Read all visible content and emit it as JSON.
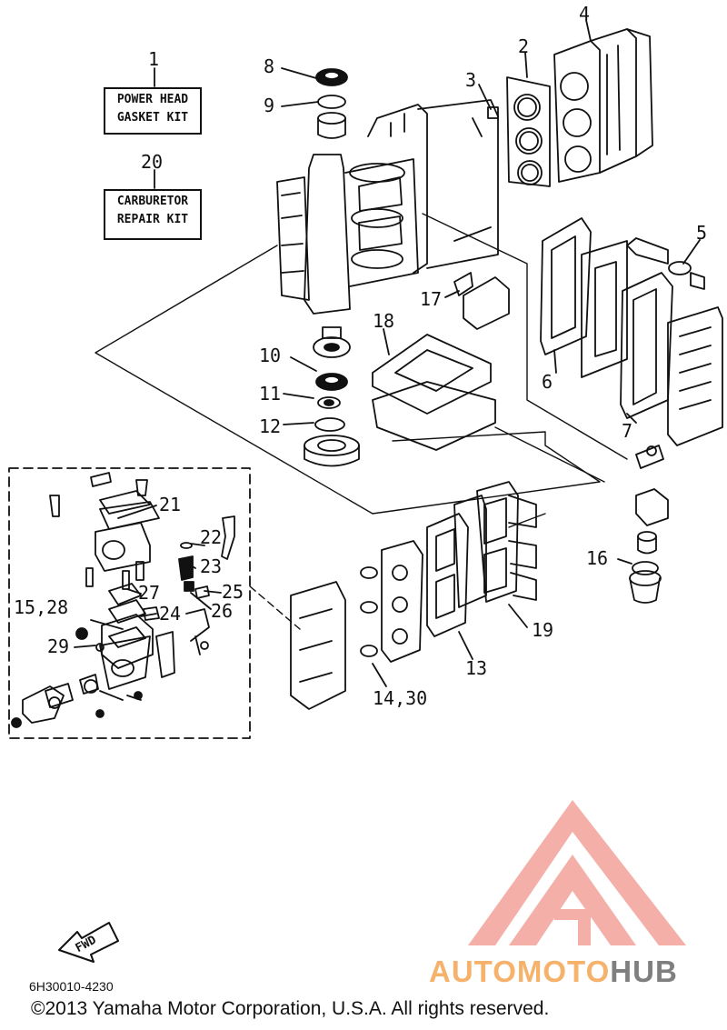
{
  "kits": [
    {
      "ref": "1",
      "line1": "POWER HEAD",
      "line2": "GASKET KIT"
    },
    {
      "ref": "20",
      "line1": "CARBURETOR",
      "line2": "REPAIR KIT"
    }
  ],
  "callouts": {
    "c2": "2",
    "c3": "3",
    "c4": "4",
    "c5": "5",
    "c6": "6",
    "c7": "7",
    "c8": "8",
    "c9": "9",
    "c10": "10",
    "c11": "11",
    "c12": "12",
    "c13": "13",
    "c14_30": "14,30",
    "c15_28": "15,28",
    "c16": "16",
    "c17": "17",
    "c18": "18",
    "c19": "19",
    "c21": "21",
    "c22": "22",
    "c23": "23",
    "c24": "24",
    "c25": "25",
    "c26": "26",
    "c27": "27",
    "c29": "29"
  },
  "fwd_label": "FWD",
  "diagram_code": "6H30010-4230",
  "copyright": "©2013 Yamaha Motor Corporation, U.S.A. All rights reserved.",
  "watermark": {
    "part1": "AUTOMOTO",
    "part2": "HUB",
    "color1": "#f6b26b",
    "color2": "#7f7f7f",
    "logo_color": "#f2a29a"
  }
}
